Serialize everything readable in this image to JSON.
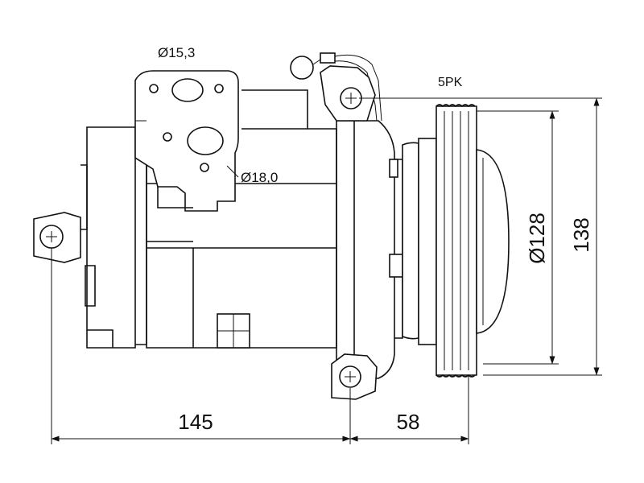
{
  "drawing": {
    "labels": {
      "port_suction_diameter": "Ø15,3",
      "port_discharge_diameter": "Ø18,0",
      "belt_profile": "5PK"
    },
    "dimensions": {
      "body_length": "145",
      "pulley_offset": "58",
      "pulley_diameter": "Ø128",
      "overall_height": "138"
    },
    "colors": {
      "line": "#111111",
      "background": "#ffffff"
    }
  }
}
